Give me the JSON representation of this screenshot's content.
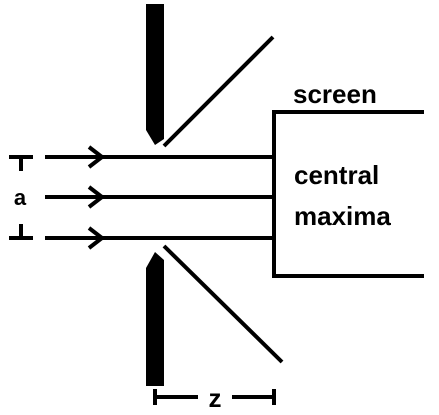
{
  "labels": {
    "screen": "screen",
    "central_line1": "central",
    "central_line2": "maxima",
    "slit_width": "a",
    "distance": "z"
  },
  "colors": {
    "ink": "#000000",
    "background": "#ffffff"
  }
}
